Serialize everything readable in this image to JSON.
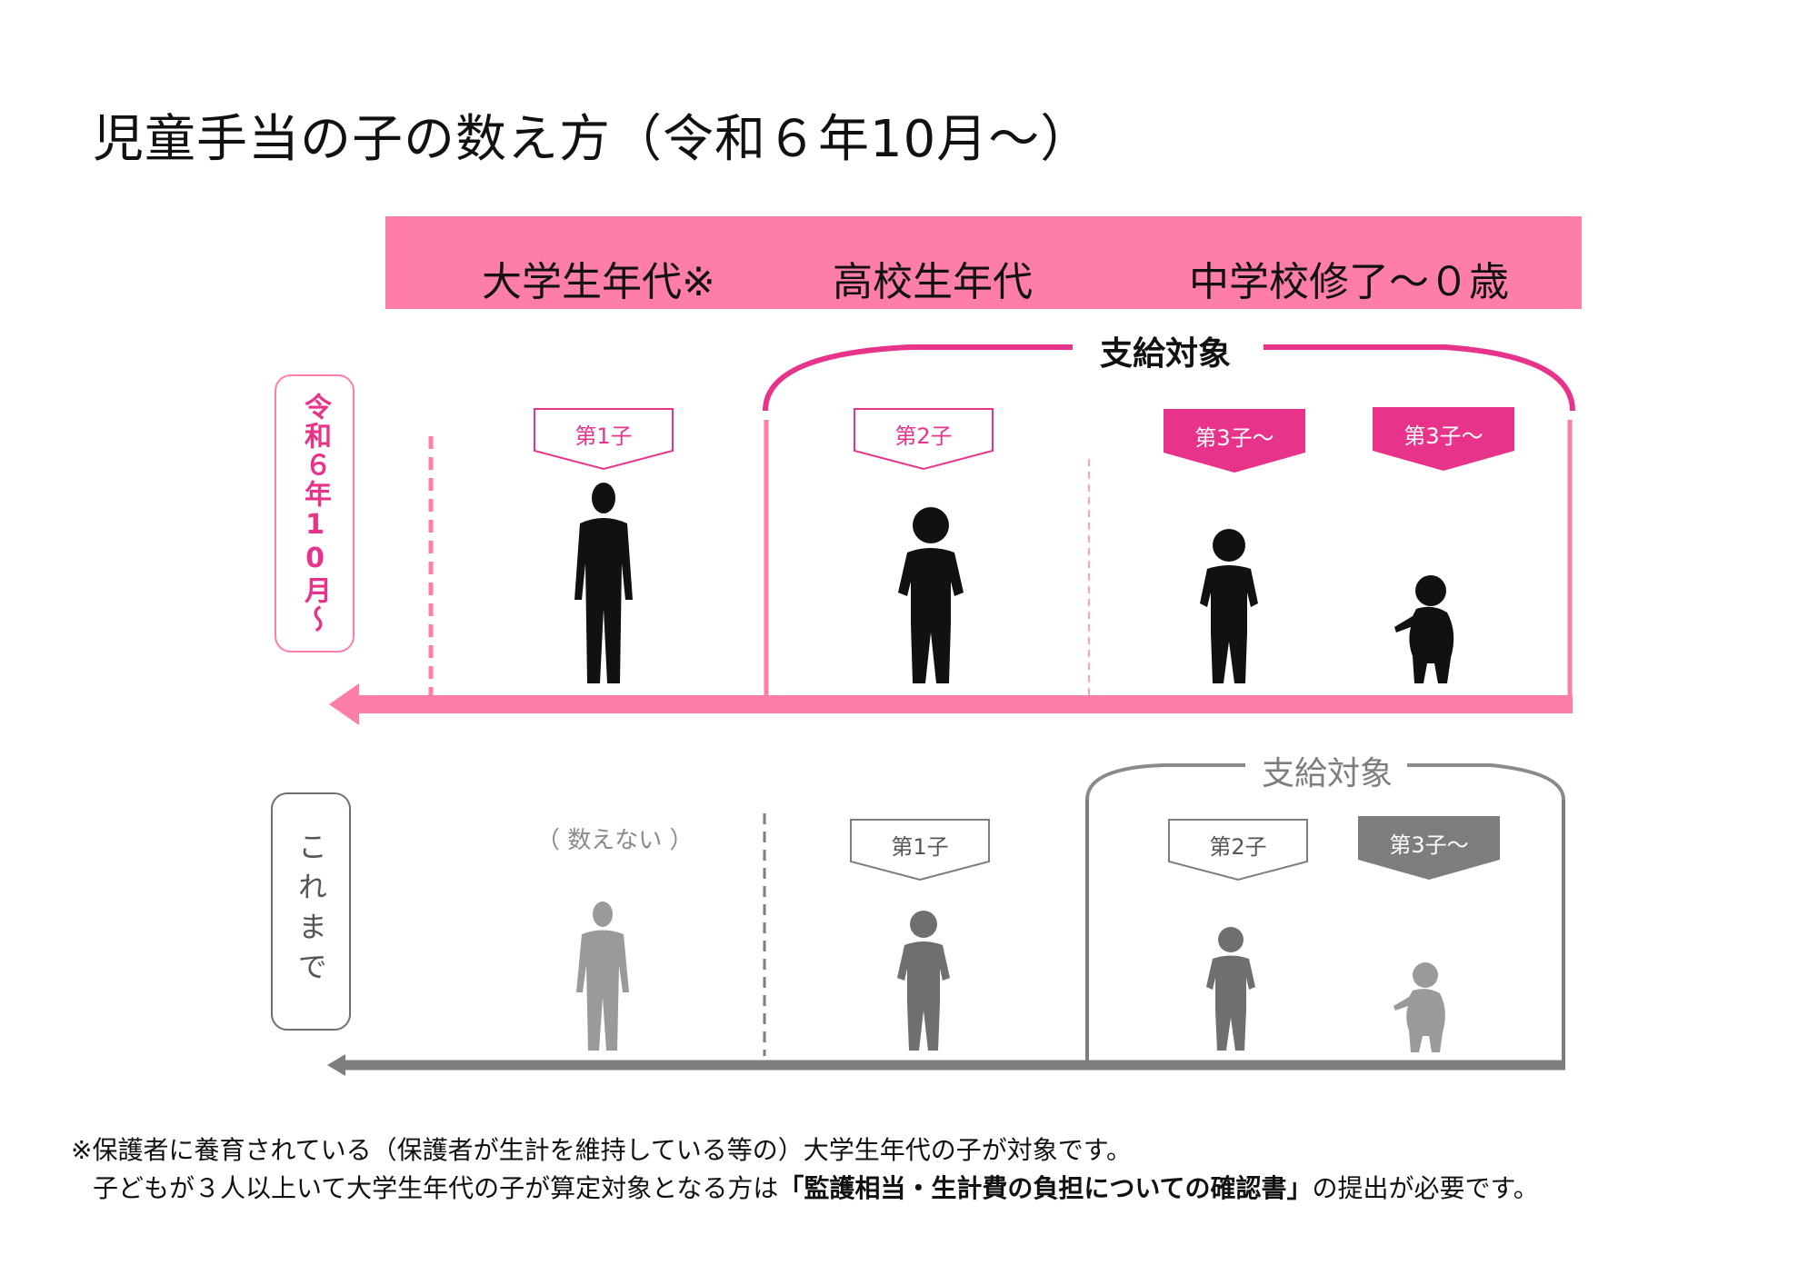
{
  "title": "児童手当の子の数え方（令和６年10月〜）",
  "header": {
    "col1": "大学生年代※",
    "col2": "高校生年代",
    "col3": "中学校修了～０歳"
  },
  "new_rule": {
    "side_label": "令和６年10月〜",
    "bracket_label": "支給対象",
    "tags": [
      "第1子",
      "第2子",
      "第3子〜",
      "第3子〜"
    ]
  },
  "old_rule": {
    "side_label": "これまで",
    "not_counted": "（ 数えない ）",
    "bracket_label": "支給対象",
    "tags": [
      "第1子",
      "第2子",
      "第3子〜"
    ]
  },
  "footnote": {
    "line1": "※保護者に養育されている（保護者が生計を維持している等の）大学生年代の子が対象です。",
    "line2_prefix": "子どもが３人以上いて大学生年代の子が算定対象となる方は",
    "line2_bold": "「監護相当・生計費の負担についての確認書」",
    "line2_suffix": "の提出が必要です。"
  },
  "colors": {
    "pink": "#ff7ea8",
    "magenta": "#e8338a",
    "gray": "#7d7d7d",
    "figure_black": "#111111",
    "figure_gray": "#9a9a9a"
  }
}
